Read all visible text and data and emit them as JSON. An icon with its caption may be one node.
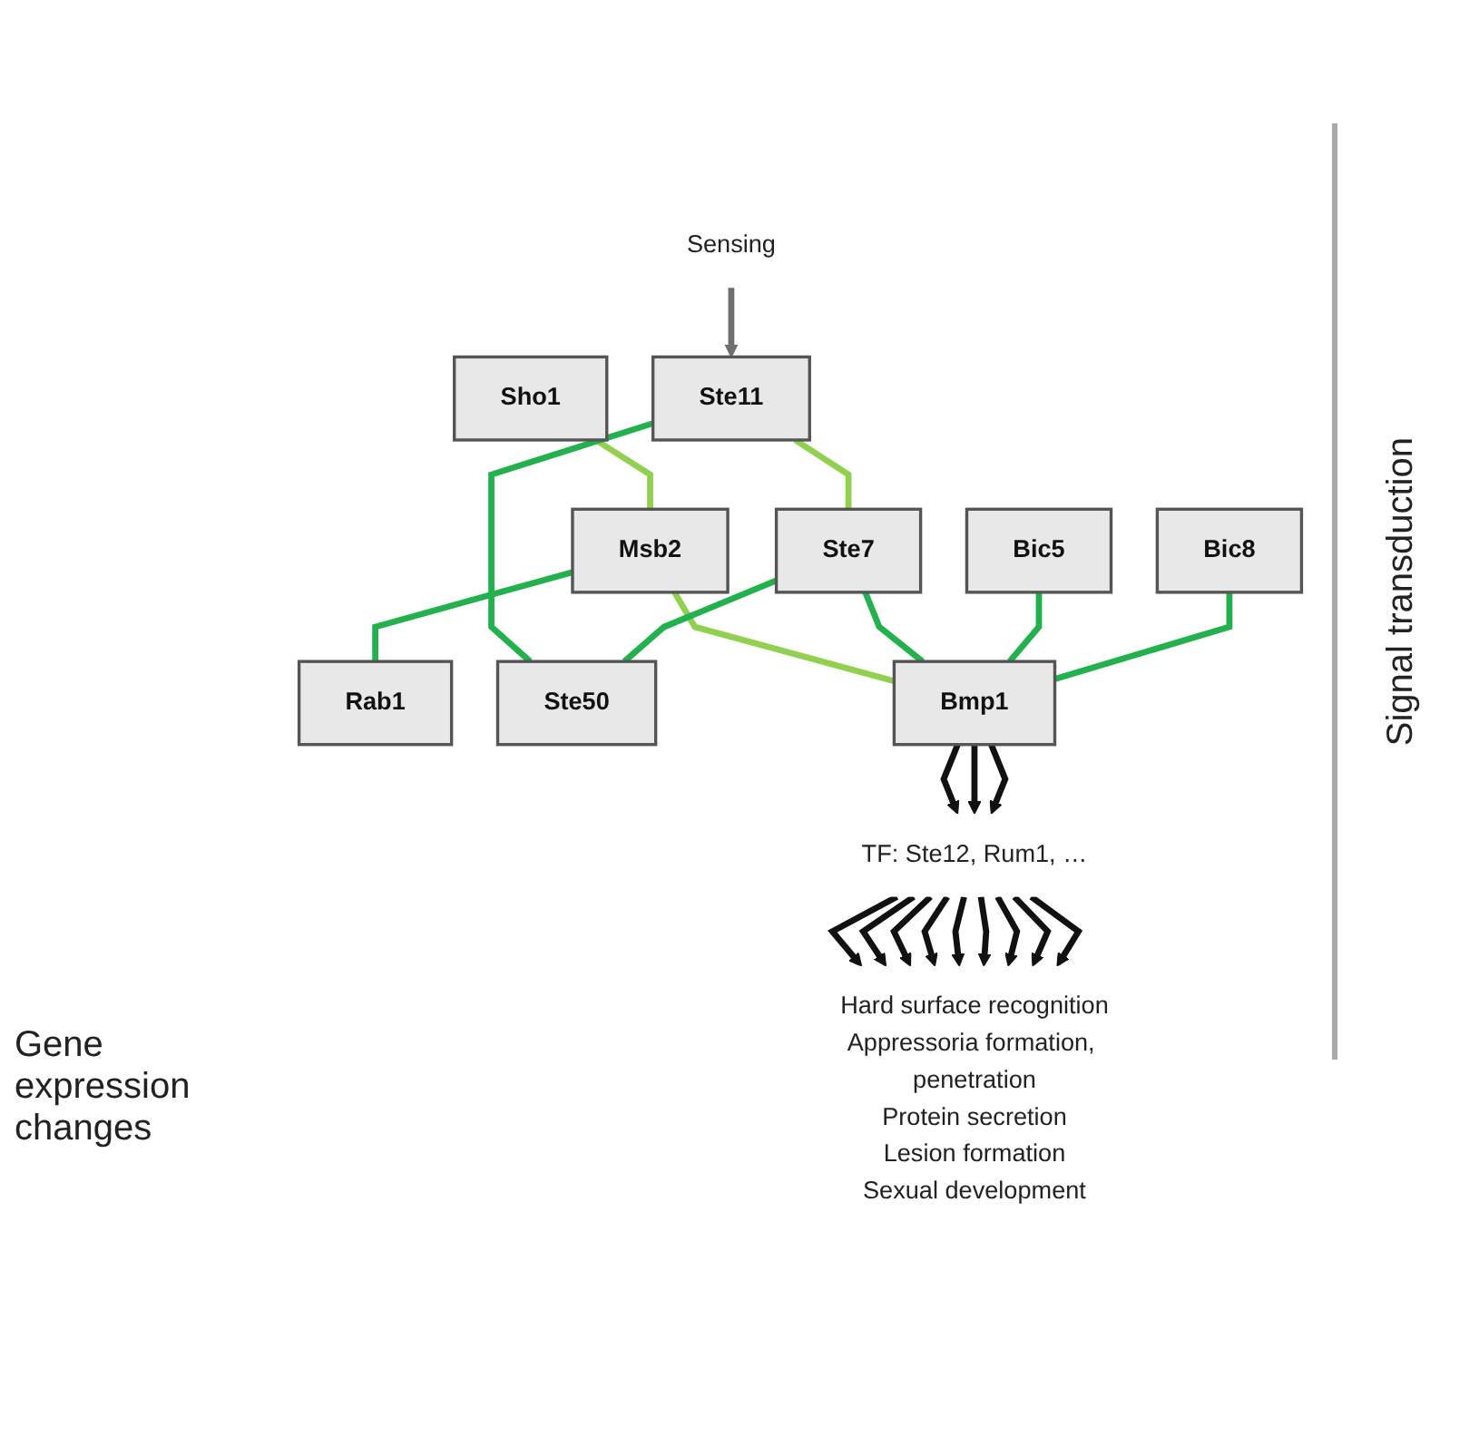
{
  "diagram": {
    "nodes": [
      {
        "text": [
          "Sho1"
        ]
      },
      {
        "text": [
          "Msb2"
        ]
      },
      {
        "text": [
          "Rab1"
        ]
      },
      {
        "text": [
          "Sensing"
        ]
      },
      {
        "text": [
          "Ste11"
        ]
      },
      {
        "text": [
          "Ste50"
        ]
      },
      {
        "text": [
          "Ste7"
        ]
      },
      {
        "text": [
          "Bic5"
        ]
      },
      {
        "text": [
          "Bic8"
        ]
      },
      {
        "text": [
          "Bmp1"
        ]
      },
      {
        "text": [
          "TF: Ste12, Rum1, …"
        ]
      },
      {
        "text": [
          "Hard surface recognition",
          "Appressoria formation, penetration",
          "Protein secretion",
          "Lesion formation",
          "Sexual development"
        ]
      }
    ],
    "edges": [
      {
        "from": 0,
        "to": 1,
        "arrow": "none",
        "color": "#92d050"
      },
      {
        "from": 1,
        "to": 2,
        "arrow": "none",
        "color": "#22b14c"
      },
      {
        "from": 1,
        "to": 9,
        "arrow": "none",
        "color": "#92d050"
      },
      {
        "from": 3,
        "to": 4,
        "arrow": "to",
        "color": "#6e6e6e"
      },
      {
        "from": 4,
        "to": 6,
        "arrow": "none",
        "color": "#92d050"
      },
      {
        "from": 4,
        "to": 5,
        "arrow": "none",
        "color": "#22b14c"
      },
      {
        "from": 6,
        "to": 5,
        "arrow": "none",
        "color": "#22b14c"
      },
      {
        "from": 6,
        "to": 9,
        "arrow": "none",
        "color": "#22b14c"
      },
      {
        "from": 7,
        "to": 9,
        "arrow": "none",
        "color": "#22b14c"
      },
      {
        "from": 8,
        "to": 9,
        "arrow": "none",
        "color": "#22b14c"
      },
      {
        "from": 9,
        "to": 10,
        "arrow": "to"
      },
      {
        "from": 9,
        "to": 10,
        "arrow": "to"
      },
      {
        "from": 9,
        "to": 10,
        "arrow": "to"
      },
      {
        "from": 10,
        "to": 11,
        "arrow": "to"
      },
      {
        "from": 10,
        "to": 11,
        "arrow": "to"
      },
      {
        "from": 10,
        "to": 11,
        "arrow": "to"
      },
      {
        "from": 10,
        "to": 11,
        "arrow": "to"
      },
      {
        "from": 10,
        "to": 11,
        "arrow": "to"
      },
      {
        "from": 10,
        "to": 11,
        "arrow": "to"
      },
      {
        "from": 10,
        "to": 11,
        "arrow": "to"
      },
      {
        "from": 10,
        "to": 11,
        "arrow": "to"
      },
      {
        "from": 10,
        "to": 11,
        "arrow": "to"
      }
    ],
    "labels": [
      "Gene expression changes",
      "Signal transduction"
    ]
  }
}
